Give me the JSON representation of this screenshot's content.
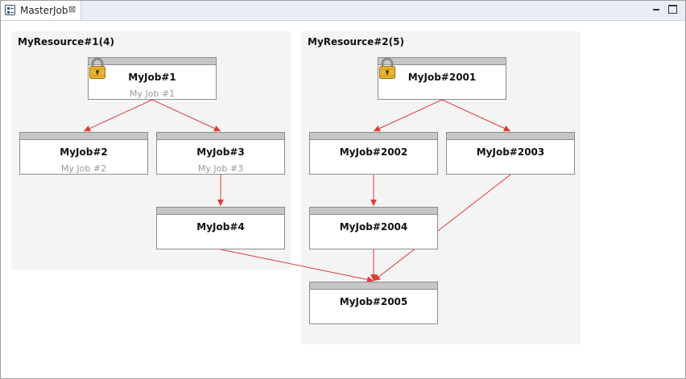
{
  "tab": {
    "title": "MasterJob",
    "close_glyph": "⊠"
  },
  "colors": {
    "edge": "#e03a3a",
    "group_bg": "#f4f4f4",
    "job_header": "#c6c6c6"
  },
  "groups": [
    {
      "title": "MyResource#1(4)"
    },
    {
      "title": "MyResource#2(5)"
    }
  ],
  "jobs": {
    "job1": {
      "name": "MyJob#1",
      "desc": "My Job #1",
      "locked": true
    },
    "job2": {
      "name": "MyJob#2",
      "desc": "My Job #2"
    },
    "job3": {
      "name": "MyJob#3",
      "desc": "My Job #3"
    },
    "job4": {
      "name": "MyJob#4",
      "desc": ""
    },
    "job2001": {
      "name": "MyJob#2001",
      "desc": "",
      "locked": true
    },
    "job2002": {
      "name": "MyJob#2002",
      "desc": ""
    },
    "job2003": {
      "name": "MyJob#2003",
      "desc": ""
    },
    "job2004": {
      "name": "MyJob#2004",
      "desc": ""
    },
    "job2005": {
      "name": "MyJob#2005",
      "desc": ""
    }
  },
  "dependencies": [
    [
      "job1",
      "job2"
    ],
    [
      "job1",
      "job3"
    ],
    [
      "job3",
      "job4"
    ],
    [
      "job4",
      "job2005"
    ],
    [
      "job2001",
      "job2002"
    ],
    [
      "job2001",
      "job2003"
    ],
    [
      "job2002",
      "job2004"
    ],
    [
      "job2004",
      "job2005"
    ],
    [
      "job2003",
      "job2005"
    ]
  ]
}
